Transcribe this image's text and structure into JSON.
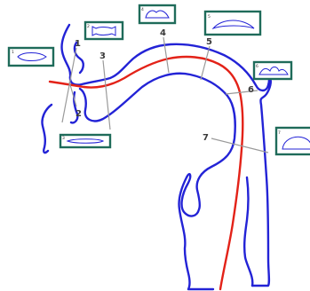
{
  "sections": [
    {
      "id": "1",
      "label": "1"
    },
    {
      "id": "2",
      "label": "2"
    },
    {
      "id": "3",
      "label": "3"
    },
    {
      "id": "4",
      "label": "4"
    },
    {
      "id": "5",
      "label": "5"
    },
    {
      "id": "6",
      "label": "6"
    },
    {
      "id": "7",
      "label": "7"
    }
  ],
  "insets": [
    {
      "id": "1",
      "label": "1"
    },
    {
      "id": "2",
      "label": "2"
    },
    {
      "id": "3",
      "label": "3"
    },
    {
      "id": "4",
      "label": "4"
    },
    {
      "id": "5",
      "label": "5"
    },
    {
      "id": "6",
      "label": "6"
    },
    {
      "id": "7",
      "label": "7"
    }
  ],
  "colors": {
    "outline": "#2323d6",
    "midline": "#e32218",
    "pointer": "#9a9a9a",
    "inset_frame": "#1f6b5a"
  }
}
